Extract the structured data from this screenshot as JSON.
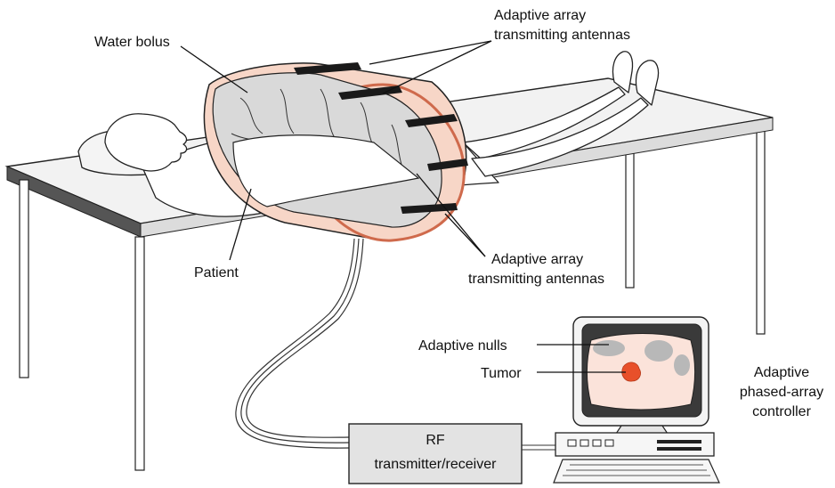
{
  "labels": {
    "water_bolus": "Water bolus",
    "antennas_top_line1": "Adaptive array",
    "antennas_top_line2": "transmitting antennas",
    "patient": "Patient",
    "antennas_bottom_line1": "Adaptive array",
    "antennas_bottom_line2": "transmitting antennas",
    "adaptive_nulls": "Adaptive nulls",
    "tumor": "Tumor",
    "controller_line1": "Adaptive",
    "controller_line2": "phased-array",
    "controller_line3": "controller",
    "rf_line1": "RF",
    "rf_line2": "transmitter/receiver"
  },
  "colors": {
    "ring": "#f7d6c7",
    "ring_edge": "#cf6a4c",
    "bolus": "#d9d9d9",
    "table": "#f0f0f0",
    "rf_box": "#e3e3e3",
    "screen": "#3a3a3a",
    "screen_display": "#fbe3da",
    "nulls": "#b8b8b8",
    "tumor": "#e8502a"
  },
  "icons": {
    "antenna_bands": "antenna-band-icon",
    "computer": "computer-monitor-icon",
    "keyboard": "keyboard-icon"
  }
}
